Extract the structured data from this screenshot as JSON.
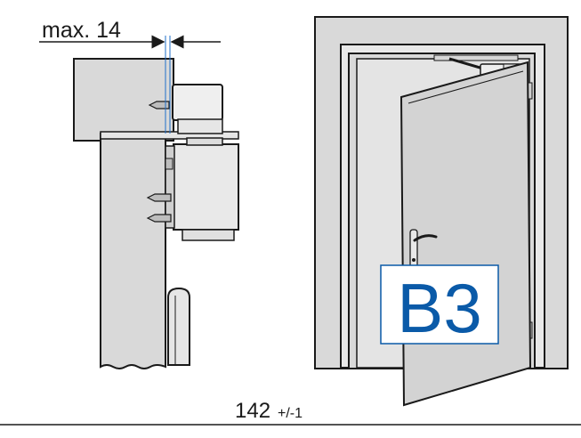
{
  "dimension": {
    "label": "max. 14"
  },
  "badge": {
    "text": "B3",
    "color": "#0a5aa8",
    "border": "#0a5aa8"
  },
  "footer": {
    "number": "142",
    "tolerance": "+/-1"
  },
  "colors": {
    "wall": "#d9d9d9",
    "door": "#d2d2d2",
    "frame": "#e6e6e6",
    "outline": "#1a1a1a",
    "guide": "#1f6fc9"
  }
}
